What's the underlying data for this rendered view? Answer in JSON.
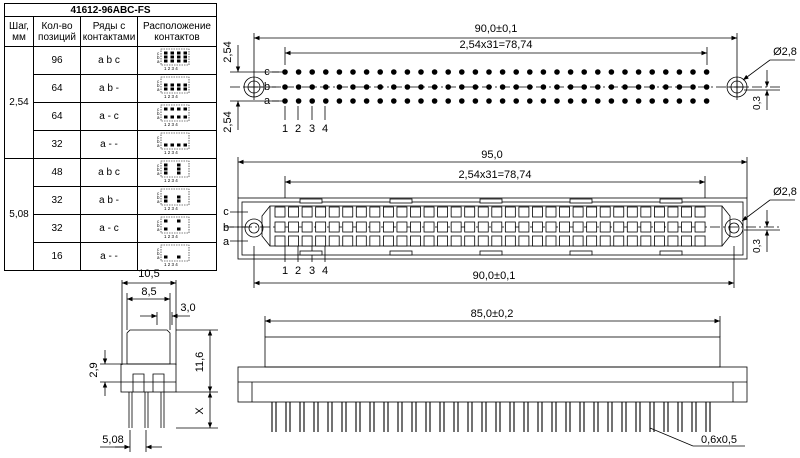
{
  "table": {
    "title": "41612-96ABC-FS",
    "headers": {
      "pitch": [
        "Шаг,",
        "мм"
      ],
      "count": [
        "Кол-во",
        "позиций"
      ],
      "rows": [
        "Ряды с",
        "контактами"
      ],
      "layout": [
        "Расположение",
        "контактов"
      ]
    },
    "pitch_groups": [
      "2,54",
      "5,08"
    ],
    "rows": [
      {
        "count": "96",
        "rows": "a b c"
      },
      {
        "count": "64",
        "rows": "a b -"
      },
      {
        "count": "64",
        "rows": "a - c"
      },
      {
        "count": "32",
        "rows": "a - -"
      },
      {
        "count": "48",
        "rows": "a b c"
      },
      {
        "count": "32",
        "rows": "a b -"
      },
      {
        "count": "32",
        "rows": "a - c"
      },
      {
        "count": "16",
        "rows": "a - -"
      }
    ],
    "mini_labels": {
      "rows": [
        "c",
        "b",
        "a"
      ],
      "cols": "1 2 3 4"
    }
  },
  "top_view": {
    "dim_total": "90,0±0,1",
    "dim_pitch": "2,54x31=78,74",
    "dim_hole": "Ø2,8",
    "dim_row_upper": "2,54",
    "dim_row_lower": "2,54",
    "dim_offset": "0,3",
    "row_labels": [
      "c",
      "b",
      "a"
    ],
    "pin_numbers": [
      "1",
      "2",
      "3",
      "4"
    ]
  },
  "front_view": {
    "dim_total": "95,0",
    "dim_pitch": "2,54x31=78,74",
    "dim_holes": "90,0±0,1",
    "dim_hole": "Ø2,8",
    "dim_offset": "0,3",
    "row_labels": [
      "c",
      "b",
      "a"
    ],
    "pin_numbers": [
      "1",
      "2",
      "3",
      "4"
    ]
  },
  "side_view": {
    "dim_width": "10,5",
    "dim_inner": "8,5",
    "dim_slot": "3,0",
    "dim_height": "11,6",
    "dim_step": "2,9",
    "dim_x": "X",
    "dim_pin_pitch": "5,08"
  },
  "bottom_view": {
    "dim_body": "85,0±0,2",
    "dim_pin": "0,6x0,5"
  },
  "colors": {
    "line": "#000000",
    "fill": "#ffffff",
    "pad": "#d9d9d9"
  }
}
